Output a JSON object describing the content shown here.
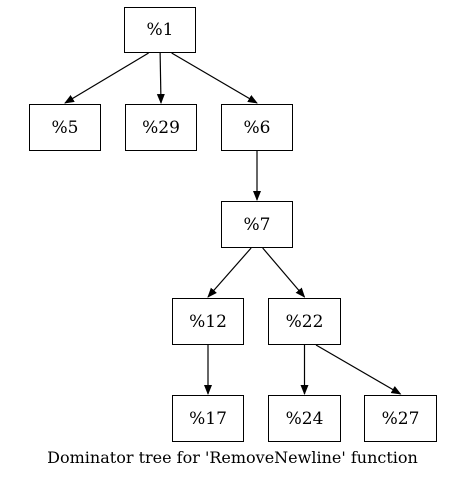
{
  "graph": {
    "caption": "Dominator tree for 'RemoveNewline' function",
    "nodes": [
      {
        "id": "n1",
        "label": "%1"
      },
      {
        "id": "n5",
        "label": "%5"
      },
      {
        "id": "n29",
        "label": "%29"
      },
      {
        "id": "n6",
        "label": "%6"
      },
      {
        "id": "n7",
        "label": "%7"
      },
      {
        "id": "n12",
        "label": "%12"
      },
      {
        "id": "n22",
        "label": "%22"
      },
      {
        "id": "n17",
        "label": "%17"
      },
      {
        "id": "n24",
        "label": "%24"
      },
      {
        "id": "n27",
        "label": "%27"
      }
    ],
    "edges": [
      {
        "from": "n1",
        "to": "n5"
      },
      {
        "from": "n1",
        "to": "n29"
      },
      {
        "from": "n1",
        "to": "n6"
      },
      {
        "from": "n6",
        "to": "n7"
      },
      {
        "from": "n7",
        "to": "n12"
      },
      {
        "from": "n7",
        "to": "n22"
      },
      {
        "from": "n12",
        "to": "n17"
      },
      {
        "from": "n22",
        "to": "n24"
      },
      {
        "from": "n22",
        "to": "n27"
      }
    ],
    "colors": {
      "stroke": "#000000",
      "fill": "#ffffff"
    }
  }
}
